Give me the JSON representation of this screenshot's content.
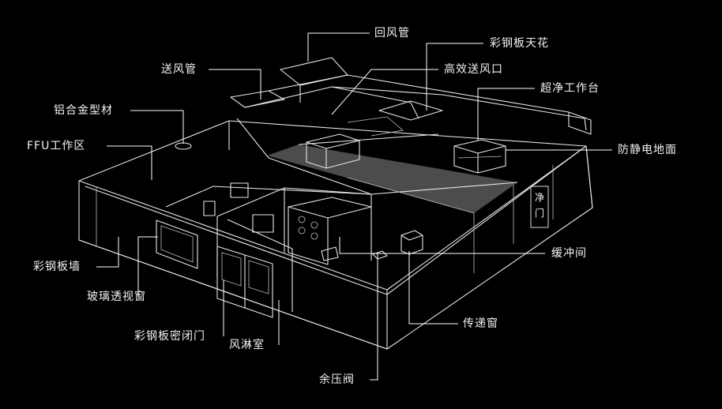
{
  "labels": {
    "return_air_duct": "回风管",
    "color_steel_ceiling": "彩钢板天花",
    "supply_air_duct": "送风管",
    "hepa_outlet": "高效送风口",
    "clean_bench": "超净工作台",
    "aluminum_profile": "铝合金型材",
    "ffu_area": "FFU工作区",
    "antistatic_floor": "防静电地面",
    "buffer_room": "缓冲间",
    "color_steel_wall": "彩钢板墙",
    "glass_window": "玻璃透视窗",
    "pass_box": "传递窗",
    "steel_door": "彩钢板密闭门",
    "air_shower": "风淋室",
    "pressure_valve": "余压阀"
  },
  "wall_sign": "净 门"
}
